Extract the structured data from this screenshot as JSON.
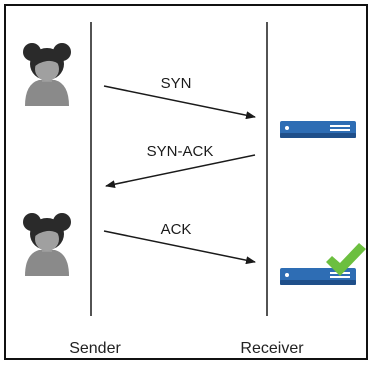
{
  "messages": {
    "syn": "SYN",
    "syn_ack": "SYN-ACK",
    "ack": "ACK"
  },
  "participants": {
    "sender": "Sender",
    "receiver": "Receiver"
  },
  "colors": {
    "server_blue": "#2e6db4",
    "server_dark": "#1f4f8a",
    "check_green": "#6cbf3f",
    "person_gray": "#8a8a8a",
    "hair_dark": "#2a2a2a",
    "line": "#1a1a1a"
  },
  "icons": {
    "sender_top": "user-icon",
    "sender_bottom": "user-icon",
    "server_top": "server-icon",
    "server_bottom": "server-icon",
    "check": "check-icon"
  }
}
